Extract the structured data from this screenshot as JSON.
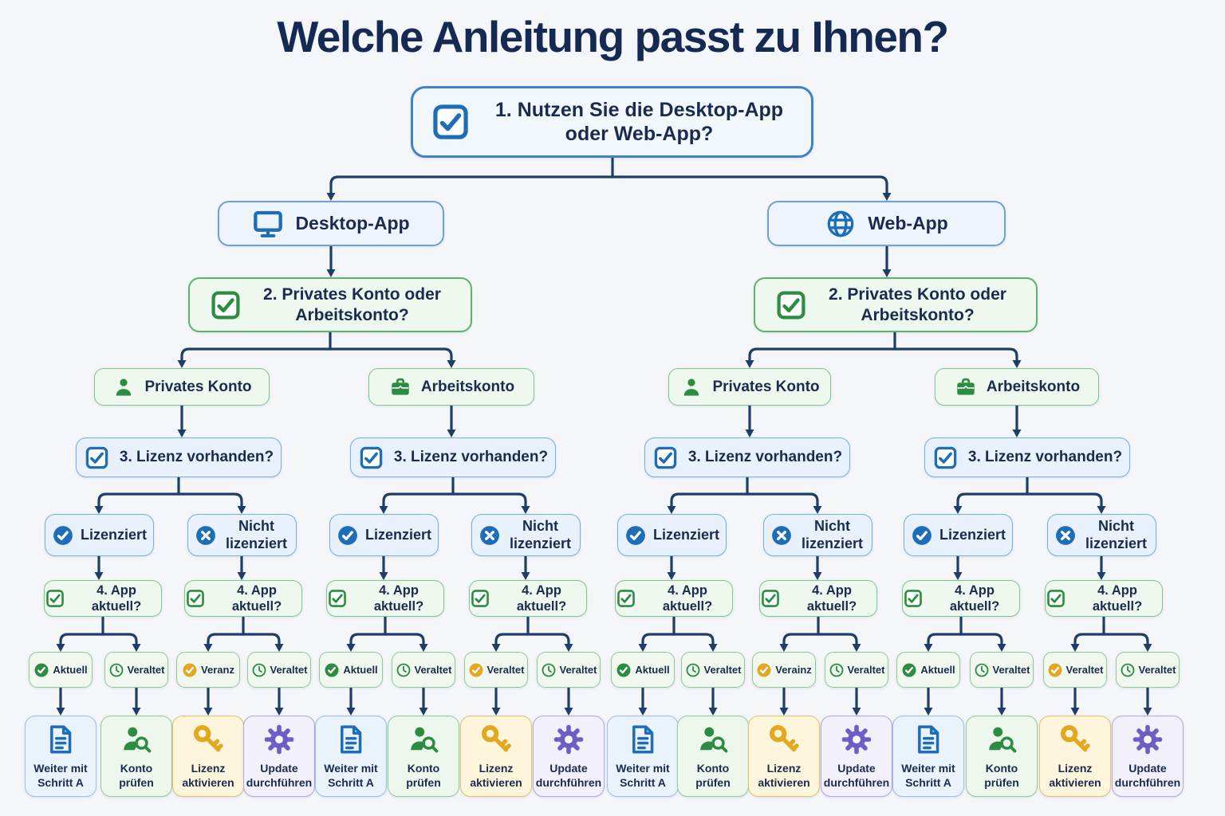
{
  "title": "Welche Anleitung passt zu Ihnen?",
  "colors": {
    "background": "#f4f6f9",
    "heading_navy": "#152a52",
    "connector_navy": "#1e3e66",
    "blue_accent": "#1e6db9",
    "green_accent": "#2c8c41",
    "amber_accent": "#e3a81f",
    "purple_accent": "#6b5ec5"
  },
  "q1": {
    "label": "1. Nutzen Sie die Desktop-App oder Web-App?",
    "icon": "checkbox-icon"
  },
  "apps": [
    {
      "label": "Desktop-App",
      "icon": "monitor-icon"
    },
    {
      "label": "Web-App",
      "icon": "globe-icon"
    }
  ],
  "q2": [
    {
      "label": "2. Privates Konto oder Arbeitskonto?",
      "icon": "checkbox-icon"
    },
    {
      "label": "2. Privates Konto oder Arbeitskonto?",
      "icon": "checkbox-icon"
    }
  ],
  "accounts": [
    {
      "label": "Privates Konto",
      "icon": "person-icon"
    },
    {
      "label": "Arbeitskonto",
      "icon": "briefcase-icon"
    },
    {
      "label": "Privates Konto",
      "icon": "person-icon"
    },
    {
      "label": "Arbeitskonto",
      "icon": "briefcase-icon"
    }
  ],
  "q3": [
    {
      "label": "3. Lizenz vorhanden?",
      "icon": "checkbox-icon"
    },
    {
      "label": "3. Lizenz vorhanden?",
      "icon": "checkbox-icon"
    },
    {
      "label": "3. Lizenz vorhanden?",
      "icon": "checkbox-icon"
    },
    {
      "label": "3. Lizenz vorhanden?",
      "icon": "checkbox-icon"
    }
  ],
  "license": [
    {
      "label": "Lizenziert",
      "icon": "check-circle-icon"
    },
    {
      "label": "Nicht lizenziert",
      "icon": "x-circle-icon"
    },
    {
      "label": "Lizenziert",
      "icon": "check-circle-icon"
    },
    {
      "label": "Nicht lizenziert",
      "icon": "x-circle-icon"
    },
    {
      "label": "Lizenziert",
      "icon": "check-circle-icon"
    },
    {
      "label": "Nicht lizenziert",
      "icon": "x-circle-icon"
    },
    {
      "label": "Lizenziert",
      "icon": "check-circle-icon"
    },
    {
      "label": "Nicht lizenziert",
      "icon": "x-circle-icon"
    }
  ],
  "q4": [
    {
      "label": "4. App aktuell?",
      "icon": "checkbox-icon"
    },
    {
      "label": "4. App aktuell?",
      "icon": "checkbox-icon"
    },
    {
      "label": "4. App aktuell?",
      "icon": "checkbox-icon"
    },
    {
      "label": "4. App aktuell?",
      "icon": "checkbox-icon"
    },
    {
      "label": "4. App aktuell?",
      "icon": "checkbox-icon"
    },
    {
      "label": "4. App aktuell?",
      "icon": "checkbox-icon"
    },
    {
      "label": "4. App aktuell?",
      "icon": "checkbox-icon"
    },
    {
      "label": "4. App aktuell?",
      "icon": "checkbox-icon"
    }
  ],
  "status": [
    {
      "label": "Aktuell",
      "icon": "check-circle-icon",
      "color": "c-green"
    },
    {
      "label": "Veraltet",
      "icon": "clock-icon",
      "color": "c-green"
    },
    {
      "label": "Veranz",
      "icon": "check-circle-icon",
      "color": "c-amber"
    },
    {
      "label": "Veraltet",
      "icon": "clock-icon",
      "color": "c-green"
    },
    {
      "label": "Aktuell",
      "icon": "check-circle-icon",
      "color": "c-green"
    },
    {
      "label": "Veraltet",
      "icon": "clock-icon",
      "color": "c-green"
    },
    {
      "label": "Veraltet",
      "icon": "check-circle-icon",
      "color": "c-amber"
    },
    {
      "label": "Veraltet",
      "icon": "clock-icon",
      "color": "c-green"
    },
    {
      "label": "Aktuell",
      "icon": "check-circle-icon",
      "color": "c-green"
    },
    {
      "label": "Veraltet",
      "icon": "clock-icon",
      "color": "c-green"
    },
    {
      "label": "Verainz",
      "icon": "check-circle-icon",
      "color": "c-amber"
    },
    {
      "label": "Veraltet",
      "icon": "clock-icon",
      "color": "c-green"
    },
    {
      "label": "Aktuell",
      "icon": "check-circle-icon",
      "color": "c-green"
    },
    {
      "label": "Veraltet",
      "icon": "clock-icon",
      "color": "c-green"
    },
    {
      "label": "Veraltet",
      "icon": "check-circle-icon",
      "color": "c-amber"
    },
    {
      "label": "Veraltet",
      "icon": "clock-icon",
      "color": "c-green"
    }
  ],
  "actions": [
    {
      "label": "Weiter mit Schritt A",
      "icon": "document-icon",
      "color": "c-blue",
      "theme": "lf-blue"
    },
    {
      "label": "Konto prüfen",
      "icon": "person-search-icon",
      "color": "c-green",
      "theme": "lf-green"
    },
    {
      "label": "Lizenz aktivieren",
      "icon": "key-icon",
      "color": "c-amber",
      "theme": "lf-amber"
    },
    {
      "label": "Update durchführen",
      "icon": "gear-icon",
      "color": "c-purple",
      "theme": "lf-purple"
    },
    {
      "label": "Weiter mit Schritt A",
      "icon": "document-icon",
      "color": "c-blue",
      "theme": "lf-blue"
    },
    {
      "label": "Konto prüfen",
      "icon": "person-search-icon",
      "color": "c-green",
      "theme": "lf-green"
    },
    {
      "label": "Lizenz aktivieren",
      "icon": "key-icon",
      "color": "c-amber",
      "theme": "lf-amber"
    },
    {
      "label": "Update durchführen",
      "icon": "gear-icon",
      "color": "c-purple",
      "theme": "lf-purple"
    },
    {
      "label": "Weiter mit Schritt A",
      "icon": "document-icon",
      "color": "c-blue",
      "theme": "lf-blue"
    },
    {
      "label": "Konto prüfen",
      "icon": "person-search-icon",
      "color": "c-green",
      "theme": "lf-green"
    },
    {
      "label": "Lizenz aktivieren",
      "icon": "key-icon",
      "color": "c-amber",
      "theme": "lf-amber"
    },
    {
      "label": "Update durchführen",
      "icon": "gear-icon",
      "color": "c-purple",
      "theme": "lf-purple"
    },
    {
      "label": "Weiter mit Schritt A",
      "icon": "document-icon",
      "color": "c-blue",
      "theme": "lf-blue"
    },
    {
      "label": "Konto prüfen",
      "icon": "person-search-icon",
      "color": "c-green",
      "theme": "lf-green"
    },
    {
      "label": "Lizenz aktivieren",
      "icon": "key-icon",
      "color": "c-amber",
      "theme": "lf-amber"
    },
    {
      "label": "Update durchführen",
      "icon": "gear-icon",
      "color": "c-purple",
      "theme": "lf-purple"
    }
  ]
}
